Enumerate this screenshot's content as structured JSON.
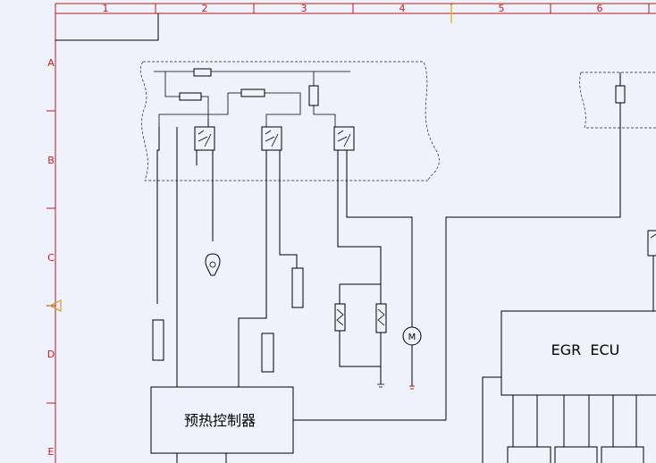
{
  "grid": {
    "columns": [
      "1",
      "2",
      "3",
      "4",
      "5",
      "6"
    ],
    "rows": [
      "A",
      "B",
      "C",
      "D",
      "E"
    ]
  },
  "modules": {
    "egr_ecu": "EGR  ECU",
    "controller": "预热控制器"
  },
  "colors": {
    "frame": "#c0181e",
    "label": "#d01818",
    "background": "#eef2fa",
    "wire": "#000000"
  }
}
